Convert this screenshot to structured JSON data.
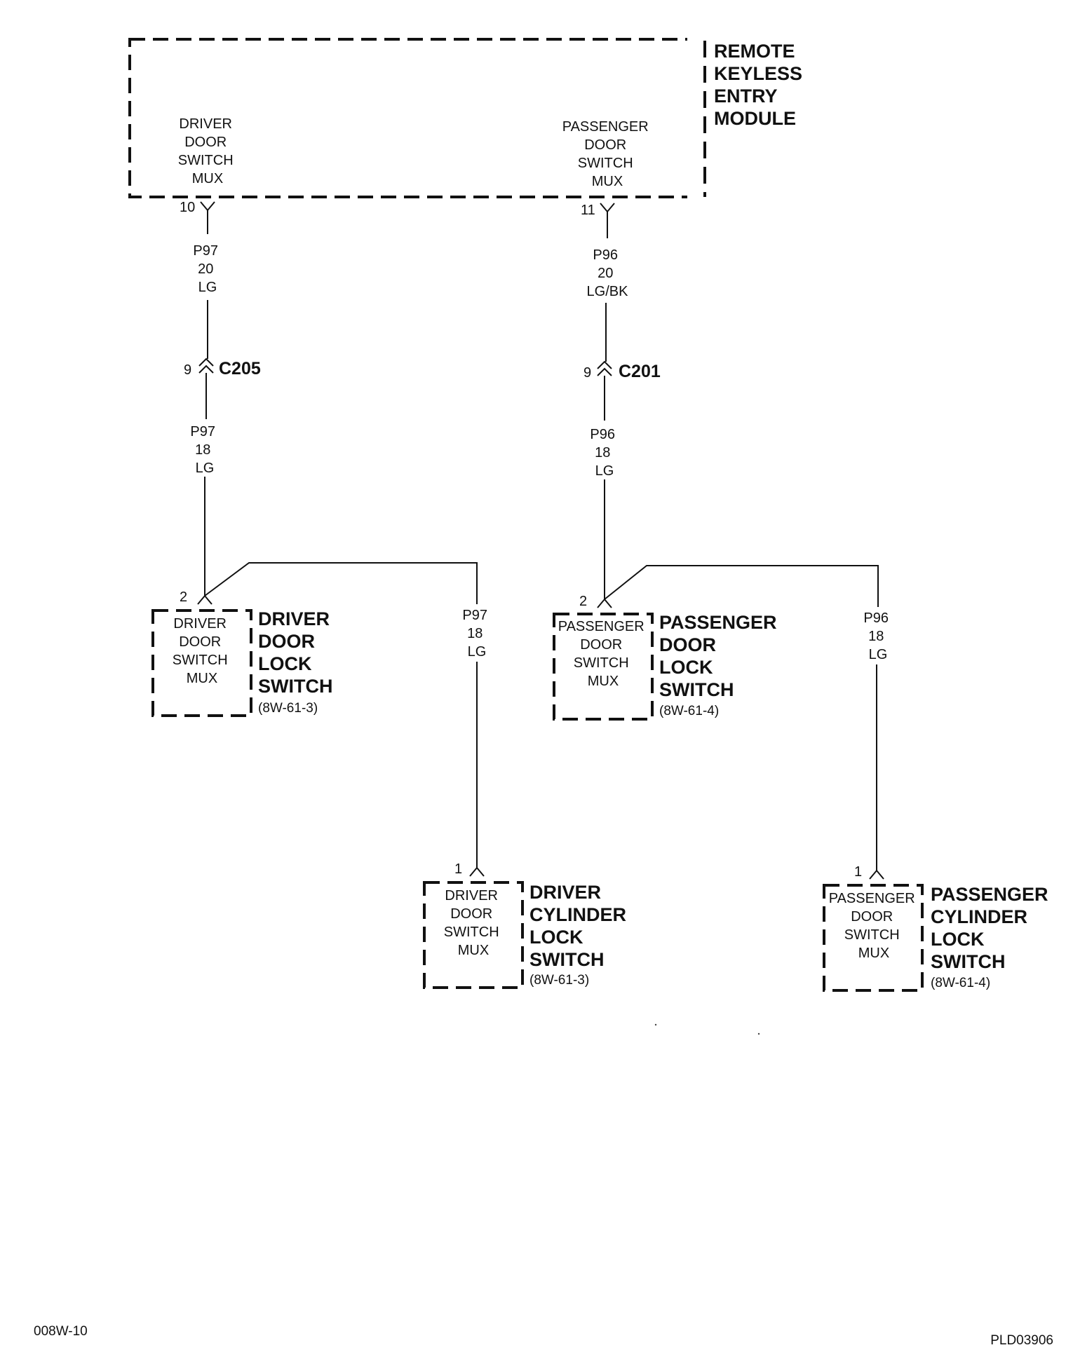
{
  "module": {
    "name_lines": [
      "REMOTE",
      "KEYLESS",
      "ENTRY",
      "MODULE"
    ],
    "driver_output_lines": [
      "DRIVER",
      "DOOR",
      "SWITCH",
      "MUX"
    ],
    "passenger_output_lines": [
      "PASSENGER",
      "DOOR",
      "SWITCH",
      "MUX"
    ],
    "driver_pin": "10",
    "passenger_pin": "11"
  },
  "wires": {
    "driver_upper": [
      "P97",
      "20",
      "LG"
    ],
    "driver_lower": [
      "P97",
      "18",
      "LG"
    ],
    "driver_branch": [
      "P97",
      "18",
      "LG"
    ],
    "passenger_upper": [
      "P96",
      "20",
      "LG/BK"
    ],
    "passenger_lower": [
      "P96",
      "18",
      "LG"
    ],
    "passenger_branch": [
      "P96",
      "18",
      "LG"
    ]
  },
  "connectors": {
    "driver": {
      "pin": "9",
      "name": "C205"
    },
    "passenger": {
      "pin": "9",
      "name": "C201"
    }
  },
  "components": {
    "driver_door_lock": {
      "pin": "2",
      "inner_lines": [
        "DRIVER",
        "DOOR",
        "SWITCH",
        "MUX"
      ],
      "name_lines": [
        "DRIVER",
        "DOOR",
        "LOCK",
        "SWITCH"
      ],
      "ref": "(8W-61-3)"
    },
    "passenger_door_lock": {
      "pin": "2",
      "inner_lines": [
        "PASSENGER",
        "DOOR",
        "SWITCH",
        "MUX"
      ],
      "name_lines": [
        "PASSENGER",
        "DOOR",
        "LOCK",
        "SWITCH"
      ],
      "ref": "(8W-61-4)"
    },
    "driver_cylinder_lock": {
      "pin": "1",
      "inner_lines": [
        "DRIVER",
        "DOOR",
        "SWITCH",
        "MUX"
      ],
      "name_lines": [
        "DRIVER",
        "CYLINDER",
        "LOCK",
        "SWITCH"
      ],
      "ref": "(8W-61-3)"
    },
    "passenger_cylinder_lock": {
      "pin": "1",
      "inner_lines": [
        "PASSENGER",
        "DOOR",
        "SWITCH",
        "MUX"
      ],
      "name_lines": [
        "PASSENGER",
        "CYLINDER",
        "LOCK",
        "SWITCH"
      ],
      "ref": "(8W-61-4)"
    }
  },
  "footer": {
    "left_code": "008W-10",
    "right_code": "PLD03906"
  }
}
